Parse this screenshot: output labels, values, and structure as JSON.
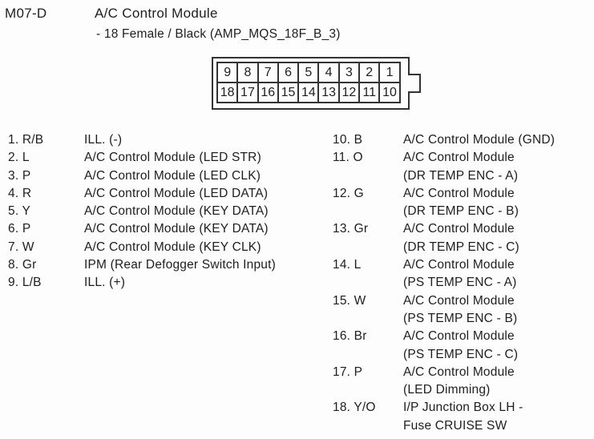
{
  "header": {
    "connector_id": "M07-D",
    "title": "A/C Control Module",
    "subtitle": "- 18 Female / Black (AMP_MQS_18F_B_3)"
  },
  "connector": {
    "rows": [
      [
        "9",
        "8",
        "7",
        "6",
        "5",
        "4",
        "3",
        "2",
        "1"
      ],
      [
        "18",
        "17",
        "16",
        "15",
        "14",
        "13",
        "12",
        "11",
        "10"
      ]
    ]
  },
  "pins_left": [
    {
      "label": "1. R/B",
      "desc": "ILL. (-)"
    },
    {
      "label": "2. L",
      "desc": "A/C Control Module (LED STR)"
    },
    {
      "label": "3. P",
      "desc": "A/C Control Module (LED CLK)"
    },
    {
      "label": "4. R",
      "desc": "A/C Control Module (LED DATA)"
    },
    {
      "label": "5. Y",
      "desc": "A/C Control Module (KEY DATA)"
    },
    {
      "label": "6. P",
      "desc": "A/C Control Module (KEY DATA)"
    },
    {
      "label": "7. W",
      "desc": "A/C Control Module (KEY CLK)"
    },
    {
      "label": "8. Gr",
      "desc": "IPM (Rear Defogger Switch Input)"
    },
    {
      "label": "9. L/B",
      "desc": "ILL. (+)"
    }
  ],
  "pins_right": [
    {
      "label": "10. B",
      "desc": "A/C Control Module (GND)"
    },
    {
      "label": "11. O",
      "desc": "A/C Control Module\n(DR TEMP ENC - A)"
    },
    {
      "label": "12. G",
      "desc": "A/C Control Module\n(DR TEMP ENC - B)"
    },
    {
      "label": "13. Gr",
      "desc": "A/C Control Module\n(DR TEMP ENC - C)"
    },
    {
      "label": "14. L",
      "desc": "A/C Control Module\n(PS TEMP ENC - A)"
    },
    {
      "label": "15. W",
      "desc": "A/C Control Module\n(PS TEMP ENC - B)"
    },
    {
      "label": "16. Br",
      "desc": "A/C Control Module\n(PS TEMP ENC - C)"
    },
    {
      "label": "17. P",
      "desc": "A/C Control Module\n(LED Dimming)"
    },
    {
      "label": "18. Y/O",
      "desc": "I/P Junction Box LH -\nFuse CRUISE SW"
    }
  ]
}
